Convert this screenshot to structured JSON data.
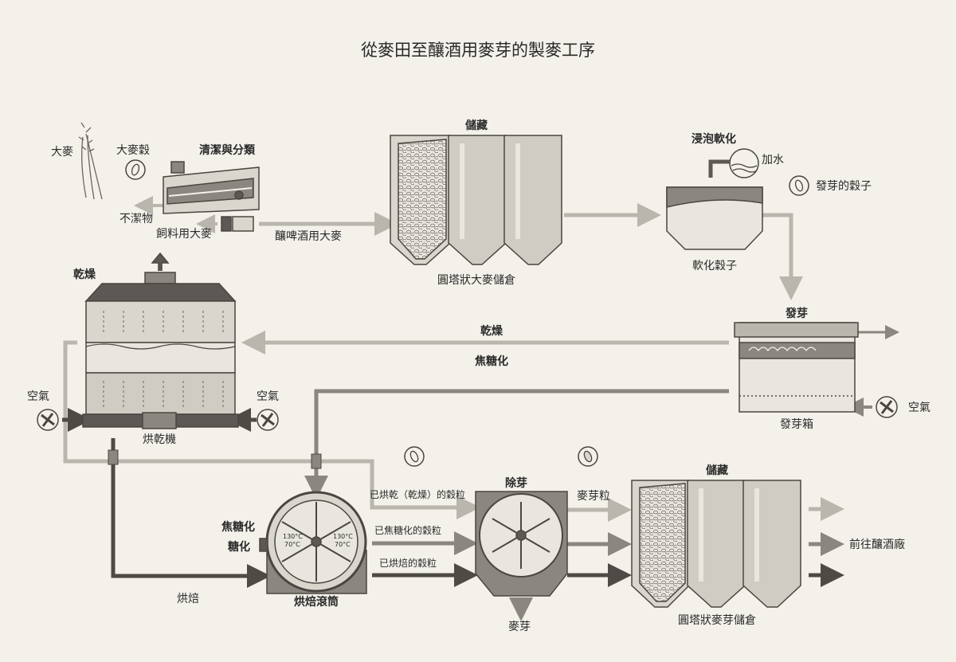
{
  "title": "從麥田至釀酒用麥芽的製麥工序",
  "labels": {
    "barley": "大麥",
    "barley_grain": "大麥穀",
    "cleaning": "清潔與分類",
    "impurities": "不潔物",
    "feed_barley": "飼料用大麥",
    "brewing_barley": "釀啤酒用大麥",
    "storage_top": "儲藏",
    "silo_barley": "圓塔狀大麥儲倉",
    "steeping": "浸泡軟化",
    "add_water": "加水",
    "germinated_grain": "發芽的穀子",
    "softened_grain": "軟化穀子",
    "germination": "發芽",
    "germ_box": "發芽箱",
    "air_right": "空氣",
    "drying_kiln_title": "乾燥",
    "drying_arrow": "乾燥",
    "caramel_arrow": "焦糖化",
    "air_left": "空氣",
    "air_mid": "空氣",
    "kiln": "烘乾機",
    "roasting": "烘焙",
    "caramel_left_1": "焦糖化",
    "caramel_left_2": "糖化",
    "drum": "烘焙滾筒",
    "temp1_a": "130°C",
    "temp1_b": "70°C",
    "temp2_a": "130°C",
    "temp2_b": "70°C",
    "dried_grain": "已烘乾（乾燥）的穀粒",
    "caramel_grain": "已焦糖化的穀粒",
    "roasted_grain": "已烘焙的穀粒",
    "degerm": "除芽",
    "malt_sprouts": "麥芽",
    "malt_grain": "麥芽粒",
    "storage_bottom": "儲藏",
    "silo_malt": "圓塔狀麥芽儲倉",
    "to_brewery": "前往釀酒廠"
  },
  "colors": {
    "background": "#f3f1ea",
    "light_flow": "#b9b6ad",
    "mid_flow": "#8b8780",
    "dark_flow": "#4e4a45",
    "machine_fill": "#d9d6ce",
    "machine_dark": "#5c5853",
    "outline": "#4a4641"
  }
}
